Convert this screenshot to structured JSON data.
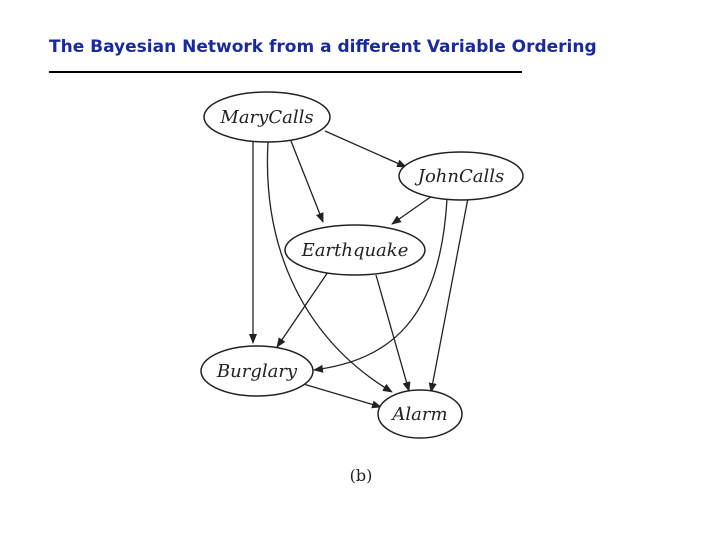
{
  "slide": {
    "title": "The Bayesian Network from a different Variable Ordering"
  },
  "diagram": {
    "nodes": [
      {
        "id": "marycalls",
        "label": "MaryCalls"
      },
      {
        "id": "johncalls",
        "label": "JohnCalls"
      },
      {
        "id": "earthquake",
        "label": "Earthquake"
      },
      {
        "id": "burglary",
        "label": "Burglary"
      },
      {
        "id": "alarm",
        "label": "Alarm"
      }
    ],
    "edges": [
      {
        "from": "marycalls",
        "to": "johncalls"
      },
      {
        "from": "marycalls",
        "to": "earthquake"
      },
      {
        "from": "marycalls",
        "to": "burglary"
      },
      {
        "from": "marycalls",
        "to": "alarm"
      },
      {
        "from": "johncalls",
        "to": "earthquake"
      },
      {
        "from": "johncalls",
        "to": "burglary"
      },
      {
        "from": "johncalls",
        "to": "alarm"
      },
      {
        "from": "earthquake",
        "to": "burglary"
      },
      {
        "from": "earthquake",
        "to": "alarm"
      },
      {
        "from": "burglary",
        "to": "alarm"
      }
    ],
    "caption": "(b)"
  }
}
